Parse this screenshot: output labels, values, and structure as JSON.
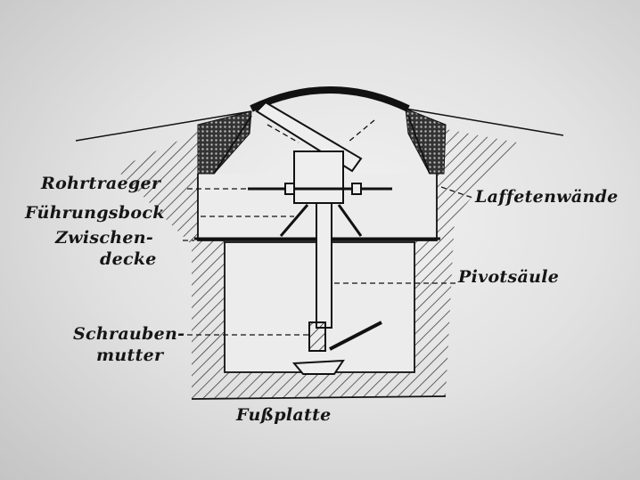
{
  "diagram": {
    "labels": {
      "rohrtraeger": "Rohrtraeger",
      "fuehrungsbock": "Führungsbock",
      "zwischendecke_1": "Zwischen-",
      "zwischendecke_2": "decke",
      "schraubenmutter_1": "Schrauben-",
      "schraubenmutter_2": "mutter",
      "fussplatte": "Fußplatte",
      "laffetenwaende": "Laffetenwände",
      "pivotsaeule": "Pivotsäule"
    },
    "colors": {
      "ink": "#151515",
      "background": "#e6e6e6"
    }
  }
}
